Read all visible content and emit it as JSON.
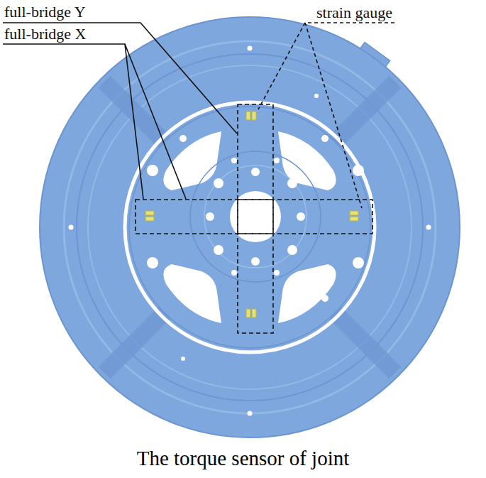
{
  "diagram": {
    "caption": "The torque sensor of joint",
    "labels": [
      "full-bridge Y",
      "full-bridge X",
      "strain gauge"
    ]
  }
}
